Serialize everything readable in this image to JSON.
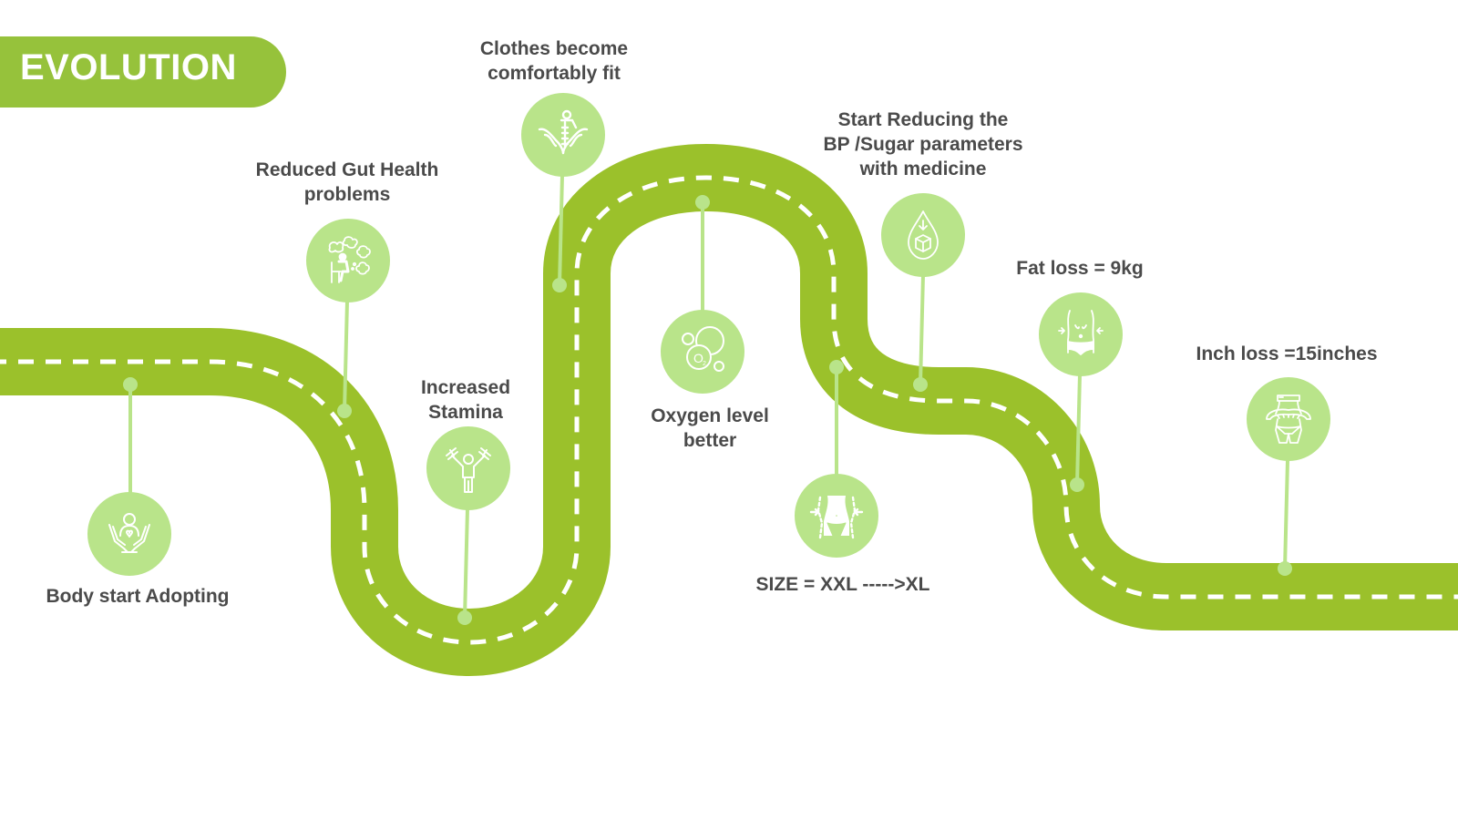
{
  "title": "EVOLUTION",
  "colors": {
    "road": "#9BC12B",
    "title_pill": "#96C23B",
    "badge": "#B9E48A",
    "connector": "#B9E48A",
    "text": "#4a4a4a",
    "dash": "#ffffff"
  },
  "milestones": [
    {
      "id": "body-adopting",
      "lines": [
        "Body start Adopting"
      ],
      "icon": "hands-holding-person-icon"
    },
    {
      "id": "gut-health",
      "lines": [
        "Reduced Gut Health",
        "problems"
      ],
      "icon": "person-thinking-clouds-icon"
    },
    {
      "id": "stamina",
      "lines": [
        "Increased",
        "Stamina"
      ],
      "icon": "person-lifting-dumbbells-icon"
    },
    {
      "id": "clothes-fit",
      "lines": [
        "Clothes become",
        "comfortably fit"
      ],
      "icon": "back-spine-hands-icon"
    },
    {
      "id": "oxygen",
      "lines": [
        "Oxygen level",
        "better"
      ],
      "icon": "oxygen-bubbles-icon"
    },
    {
      "id": "size",
      "lines": [
        "SIZE = XXL ----->XL"
      ],
      "icon": "waist-slimming-icon"
    },
    {
      "id": "bp-sugar",
      "lines": [
        "Start Reducing the",
        "BP /Sugar parameters",
        "with medicine"
      ],
      "icon": "sugar-drop-icon"
    },
    {
      "id": "fat-loss",
      "lines": [
        "Fat loss = 9kg"
      ],
      "icon": "belly-fat-loss-icon"
    },
    {
      "id": "inch-loss",
      "lines": [
        "Inch loss =15inches"
      ],
      "icon": "measuring-tape-waist-icon"
    }
  ]
}
